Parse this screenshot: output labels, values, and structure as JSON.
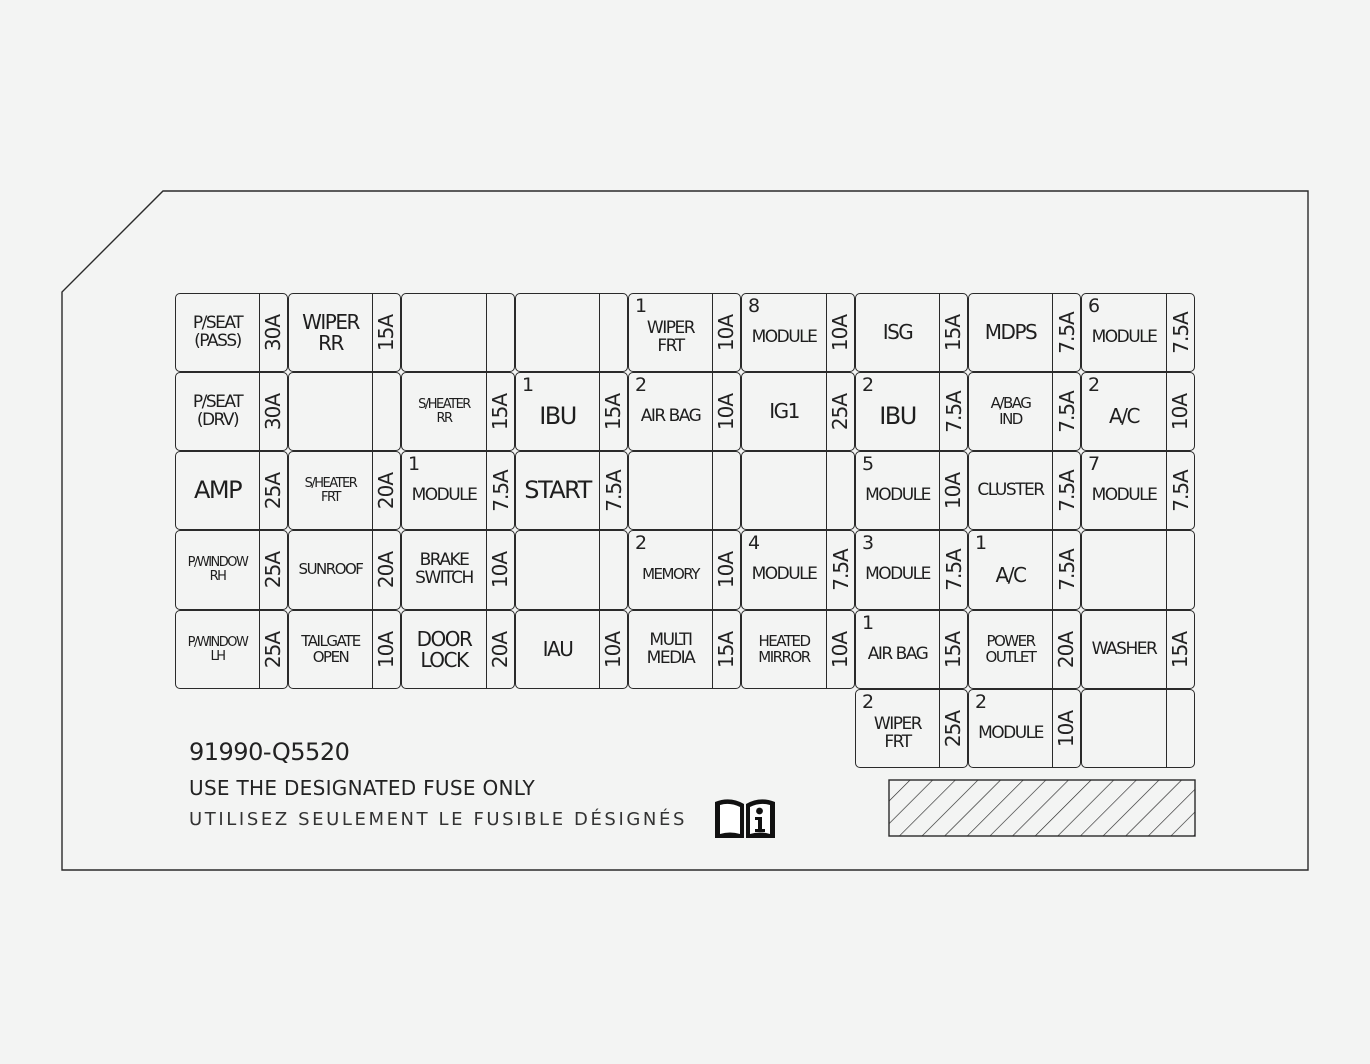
{
  "diagram": {
    "part_number": "91990-Q5520",
    "warning_en": "USE THE DESIGNATED FUSE ONLY",
    "warning_fr": "UTILISEZ SEULEMENT LE FUSIBLE DÉSIGNÉS",
    "manual_icon": "book-info-icon",
    "colors": {
      "background": "#f3f4f3",
      "line": "#2a2a2a"
    }
  },
  "fuses": [
    {
      "row": 0,
      "col": 0,
      "num": "",
      "lines": [
        "P/SEAT",
        "(PASS)"
      ],
      "amp": "30A",
      "size": "m"
    },
    {
      "row": 0,
      "col": 1,
      "num": "",
      "lines": [
        "WIPER",
        "RR"
      ],
      "amp": "15A",
      "size": "l"
    },
    {
      "row": 0,
      "col": 2,
      "num": "",
      "lines": [],
      "amp": "",
      "size": "m"
    },
    {
      "row": 0,
      "col": 3,
      "num": "",
      "lines": [],
      "amp": "",
      "size": "m"
    },
    {
      "row": 0,
      "col": 4,
      "num": "1",
      "lines": [
        "WIPER",
        "FRT"
      ],
      "amp": "10A",
      "size": "m"
    },
    {
      "row": 0,
      "col": 5,
      "num": "8",
      "lines": [
        "MODULE"
      ],
      "amp": "10A",
      "size": "m"
    },
    {
      "row": 0,
      "col": 6,
      "num": "",
      "lines": [
        "ISG"
      ],
      "amp": "15A",
      "size": "l"
    },
    {
      "row": 0,
      "col": 7,
      "num": "",
      "lines": [
        "MDPS"
      ],
      "amp": "7.5A",
      "size": "l"
    },
    {
      "row": 0,
      "col": 8,
      "num": "6",
      "lines": [
        "MODULE"
      ],
      "amp": "7.5A",
      "size": "m"
    },
    {
      "row": 1,
      "col": 0,
      "num": "",
      "lines": [
        "P/SEAT",
        "(DRV)"
      ],
      "amp": "30A",
      "size": "m"
    },
    {
      "row": 1,
      "col": 1,
      "num": "",
      "lines": [],
      "amp": "",
      "size": "m"
    },
    {
      "row": 1,
      "col": 2,
      "num": "",
      "lines": [
        "S/HEATER",
        "RR"
      ],
      "amp": "15A",
      "size": "xs"
    },
    {
      "row": 1,
      "col": 3,
      "num": "1",
      "lines": [
        "IBU"
      ],
      "amp": "15A",
      "size": "xl"
    },
    {
      "row": 1,
      "col": 4,
      "num": "2",
      "lines": [
        "AIR BAG"
      ],
      "amp": "10A",
      "size": "m"
    },
    {
      "row": 1,
      "col": 5,
      "num": "",
      "lines": [
        "IG1"
      ],
      "amp": "25A",
      "size": "l"
    },
    {
      "row": 1,
      "col": 6,
      "num": "2",
      "lines": [
        "IBU"
      ],
      "amp": "7.5A",
      "size": "xl"
    },
    {
      "row": 1,
      "col": 7,
      "num": "",
      "lines": [
        "A/BAG",
        "IND"
      ],
      "amp": "7.5A",
      "size": "s"
    },
    {
      "row": 1,
      "col": 8,
      "num": "2",
      "lines": [
        "A/C"
      ],
      "amp": "10A",
      "size": "l"
    },
    {
      "row": 2,
      "col": 0,
      "num": "",
      "lines": [
        "AMP"
      ],
      "amp": "25A",
      "size": "xl"
    },
    {
      "row": 2,
      "col": 1,
      "num": "",
      "lines": [
        "S/HEATER",
        "FRT"
      ],
      "amp": "20A",
      "size": "xs"
    },
    {
      "row": 2,
      "col": 2,
      "num": "1",
      "lines": [
        "MODULE"
      ],
      "amp": "7.5A",
      "size": "m"
    },
    {
      "row": 2,
      "col": 3,
      "num": "",
      "lines": [
        "START"
      ],
      "amp": "7.5A",
      "size": "xl"
    },
    {
      "row": 2,
      "col": 4,
      "num": "",
      "lines": [],
      "amp": "",
      "size": "m"
    },
    {
      "row": 2,
      "col": 5,
      "num": "",
      "lines": [],
      "amp": "",
      "size": "m"
    },
    {
      "row": 2,
      "col": 6,
      "num": "5",
      "lines": [
        "MODULE"
      ],
      "amp": "10A",
      "size": "m"
    },
    {
      "row": 2,
      "col": 7,
      "num": "",
      "lines": [
        "CLUSTER"
      ],
      "amp": "7.5A",
      "size": "m"
    },
    {
      "row": 2,
      "col": 8,
      "num": "7",
      "lines": [
        "MODULE"
      ],
      "amp": "7.5A",
      "size": "m"
    },
    {
      "row": 3,
      "col": 0,
      "num": "",
      "lines": [
        "P/WINDOW",
        "RH"
      ],
      "amp": "25A",
      "size": "xs"
    },
    {
      "row": 3,
      "col": 1,
      "num": "",
      "lines": [
        "SUNROOF"
      ],
      "amp": "20A",
      "size": "s"
    },
    {
      "row": 3,
      "col": 2,
      "num": "",
      "lines": [
        "BRAKE",
        "SWITCH"
      ],
      "amp": "10A",
      "size": "m"
    },
    {
      "row": 3,
      "col": 3,
      "num": "",
      "lines": [],
      "amp": "",
      "size": "m"
    },
    {
      "row": 3,
      "col": 4,
      "num": "2",
      "lines": [
        "MEMORY"
      ],
      "amp": "10A",
      "size": "s"
    },
    {
      "row": 3,
      "col": 5,
      "num": "4",
      "lines": [
        "MODULE"
      ],
      "amp": "7.5A",
      "size": "m"
    },
    {
      "row": 3,
      "col": 6,
      "num": "3",
      "lines": [
        "MODULE"
      ],
      "amp": "7.5A",
      "size": "m"
    },
    {
      "row": 3,
      "col": 7,
      "num": "1",
      "lines": [
        "A/C"
      ],
      "amp": "7.5A",
      "size": "l"
    },
    {
      "row": 3,
      "col": 8,
      "num": "",
      "lines": [],
      "amp": "",
      "size": "m"
    },
    {
      "row": 4,
      "col": 0,
      "num": "",
      "lines": [
        "P/WINDOW",
        "LH"
      ],
      "amp": "25A",
      "size": "xs"
    },
    {
      "row": 4,
      "col": 1,
      "num": "",
      "lines": [
        "TAILGATE",
        "OPEN"
      ],
      "amp": "10A",
      "size": "s"
    },
    {
      "row": 4,
      "col": 2,
      "num": "",
      "lines": [
        "DOOR",
        "LOCK"
      ],
      "amp": "20A",
      "size": "l"
    },
    {
      "row": 4,
      "col": 3,
      "num": "",
      "lines": [
        "IAU"
      ],
      "amp": "10A",
      "size": "l"
    },
    {
      "row": 4,
      "col": 4,
      "num": "",
      "lines": [
        "MULTI",
        "MEDIA"
      ],
      "amp": "15A",
      "size": "m"
    },
    {
      "row": 4,
      "col": 5,
      "num": "",
      "lines": [
        "HEATED",
        "MIRROR"
      ],
      "amp": "10A",
      "size": "s"
    },
    {
      "row": 4,
      "col": 6,
      "num": "1",
      "lines": [
        "AIR BAG"
      ],
      "amp": "15A",
      "size": "m"
    },
    {
      "row": 4,
      "col": 7,
      "num": "",
      "lines": [
        "POWER",
        "OUTLET"
      ],
      "amp": "20A",
      "size": "s"
    },
    {
      "row": 4,
      "col": 8,
      "num": "",
      "lines": [
        "WASHER"
      ],
      "amp": "15A",
      "size": "m"
    },
    {
      "row": 5,
      "col": 6,
      "num": "2",
      "lines": [
        "WIPER",
        "FRT"
      ],
      "amp": "25A",
      "size": "m"
    },
    {
      "row": 5,
      "col": 7,
      "num": "2",
      "lines": [
        "MODULE"
      ],
      "amp": "10A",
      "size": "m"
    },
    {
      "row": 5,
      "col": 8,
      "num": "",
      "lines": [],
      "amp": "",
      "size": "m"
    }
  ]
}
